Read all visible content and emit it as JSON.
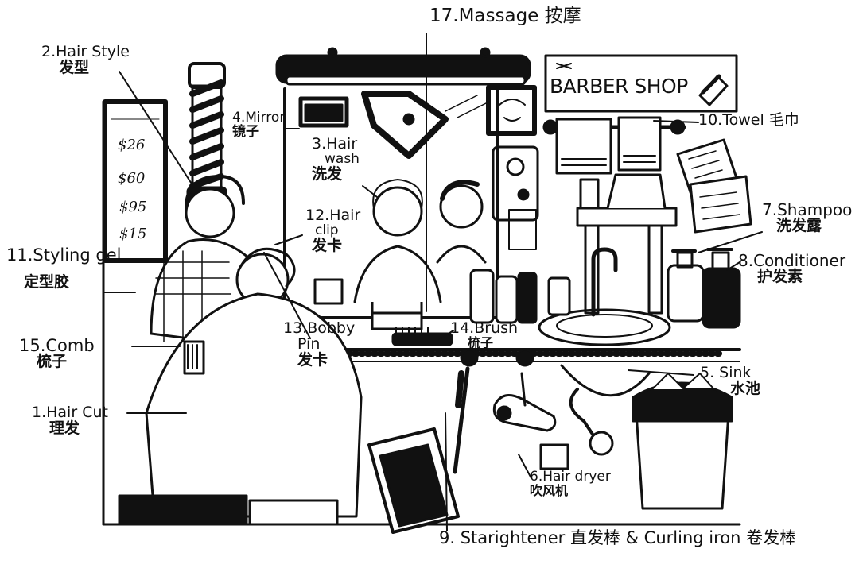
{
  "sign": {
    "text": "BARBER SHOP"
  },
  "prices": [
    "$26",
    "$60",
    "$95",
    "$15"
  ],
  "labels": {
    "haircut": {
      "en": "1.Hair Cut",
      "zh": "理发"
    },
    "hairstyle": {
      "en": "2.Hair Style",
      "zh": "发型"
    },
    "hairwash": {
      "en1": "3.Hair",
      "en2": "wash",
      "zh": "洗发"
    },
    "mirror": {
      "en": "4.Mirror",
      "zh": "镜子"
    },
    "sink": {
      "en": "5. Sink",
      "zh": "水池"
    },
    "hairdryer": {
      "en": "6.Hair dryer",
      "zh": "吹风机"
    },
    "shampoo": {
      "en": "7.Shampoo",
      "zh": "洗发露"
    },
    "conditioner": {
      "en": "8.Conditioner",
      "zh": "护发素"
    },
    "straightener": {
      "text": "9. Starightener 直发棒 & Curling iron 卷发棒"
    },
    "towel": {
      "text": "10.Towel 毛巾"
    },
    "stylinggel": {
      "en": "11.Styling gel",
      "zh": "定型胶"
    },
    "hairclip": {
      "en1": "12.Hair",
      "en2": "clip",
      "zh": "发卡"
    },
    "bobbypin": {
      "en1": "13.Bobby",
      "en2": "Pin",
      "zh": "发卡"
    },
    "brush": {
      "en": "14.Brush",
      "zh": "梳子"
    },
    "comb": {
      "en": "15.Comb",
      "zh": "梳子"
    },
    "massage": {
      "text": "17.Massage 按摩"
    }
  }
}
